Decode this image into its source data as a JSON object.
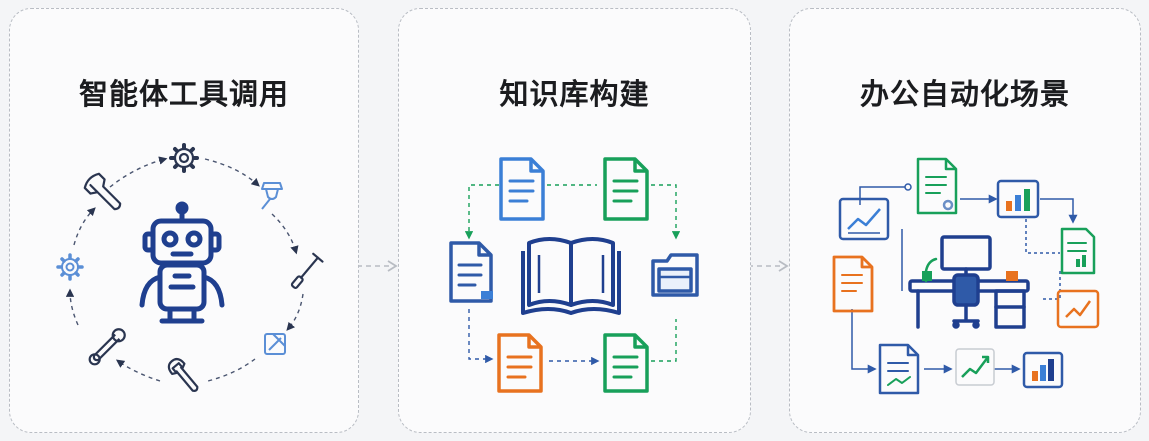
{
  "panels": [
    {
      "title": "智能体工具调用"
    },
    {
      "title": "知识库构建"
    },
    {
      "title": "办公自动化场景"
    }
  ],
  "colors": {
    "navy": "#1f3f8f",
    "blue": "#3b7fd6",
    "green": "#18a05a",
    "orange": "#e8721f",
    "border": "#b9bdc4"
  },
  "icons": {
    "panel1": [
      "robot-icon",
      "gear-icon",
      "wrench-icon",
      "screwdriver-icon",
      "hammer-icon"
    ],
    "panel2": [
      "document-icon",
      "open-book-icon",
      "folder-icon"
    ],
    "panel3": [
      "office-desk-icon",
      "bar-chart-icon",
      "line-chart-icon",
      "document-icon"
    ]
  }
}
